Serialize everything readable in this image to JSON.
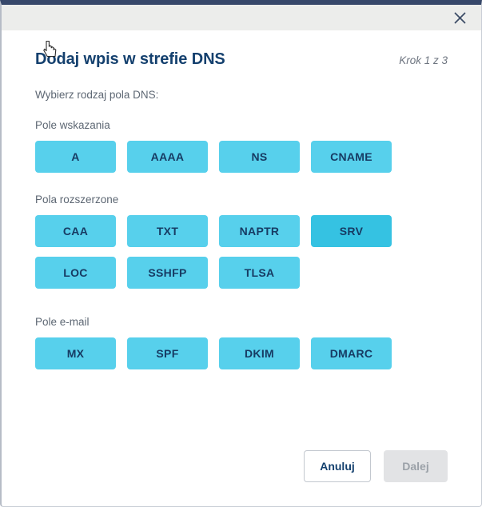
{
  "dialog": {
    "title": "Dodaj wpis w strefie DNS",
    "step_indicator": "Krok 1 z 3",
    "close_icon": "close-icon",
    "intro_text": "Wybierz rodzaj pola DNS:"
  },
  "groups": [
    {
      "label": "Pole wskazania",
      "rows": [
        [
          {
            "label": "A",
            "state": "normal"
          },
          {
            "label": "AAAA",
            "state": "normal"
          },
          {
            "label": "NS",
            "state": "normal"
          },
          {
            "label": "CNAME",
            "state": "normal"
          }
        ]
      ]
    },
    {
      "label": "Pola rozszerzone",
      "rows": [
        [
          {
            "label": "CAA",
            "state": "normal"
          },
          {
            "label": "TXT",
            "state": "normal"
          },
          {
            "label": "NAPTR",
            "state": "normal"
          },
          {
            "label": "SRV",
            "state": "hovered"
          }
        ],
        [
          {
            "label": "LOC",
            "state": "normal"
          },
          {
            "label": "SSHFP",
            "state": "normal"
          },
          {
            "label": "TLSA",
            "state": "normal"
          }
        ]
      ]
    },
    {
      "label": "Pole e-mail",
      "rows": [
        [
          {
            "label": "MX",
            "state": "normal"
          },
          {
            "label": "SPF",
            "state": "normal"
          },
          {
            "label": "DKIM",
            "state": "normal"
          },
          {
            "label": "DMARC",
            "state": "normal"
          }
        ]
      ]
    }
  ],
  "footer": {
    "cancel_label": "Anuluj",
    "next_label": "Dalej",
    "next_disabled": true
  },
  "colors": {
    "titlebar_top_border": "#37486a",
    "titlebar_bg": "#ecedeb",
    "accent_button": "#57d0ec",
    "accent_button_hover": "#35c2e2",
    "button_text": "#173b63",
    "title_text": "#14406e",
    "muted_text": "#5d6773",
    "disabled_bg": "#e2e3e5",
    "disabled_text": "#9ba1a8"
  },
  "cursor": {
    "type": "pointer-hand",
    "over": "SRV"
  }
}
